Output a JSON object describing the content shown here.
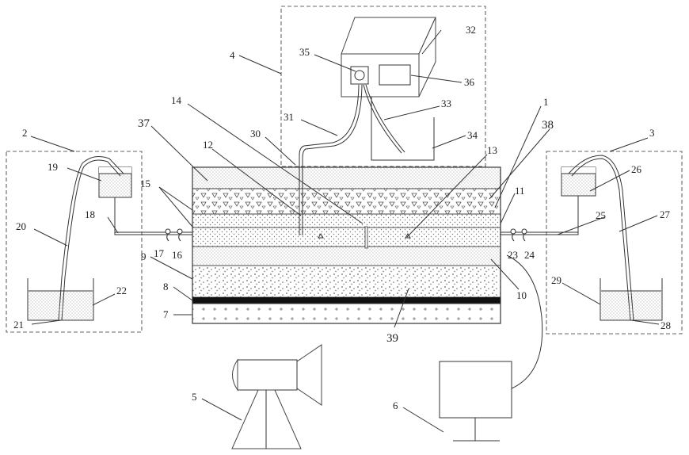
{
  "labels": {
    "n1": "1",
    "n2": "2",
    "n3": "3",
    "n4": "4",
    "n5": "5",
    "n6": "6",
    "n7": "7",
    "n8": "8",
    "n9": "9",
    "n10": "10",
    "n11": "11",
    "n12": "12",
    "n13": "13",
    "n14": "14",
    "n15": "15",
    "n16": "16",
    "n17": "17",
    "n18": "18",
    "n19": "19",
    "n20": "20",
    "n21": "21",
    "n22": "22",
    "n23": "23",
    "n24": "24",
    "n25": "25",
    "n26": "26",
    "n27": "27",
    "n28": "28",
    "n29": "29",
    "n30": "30",
    "n31": "31",
    "n32": "32",
    "n33": "33",
    "n34": "34",
    "n35": "35",
    "n36": "36",
    "n37": "37",
    "n38": "38",
    "n39": "39"
  },
  "colors": {
    "line": "#333333",
    "dashed_frame": "#666666",
    "impermeable_layer": "#111111",
    "stipple": "#777777"
  }
}
